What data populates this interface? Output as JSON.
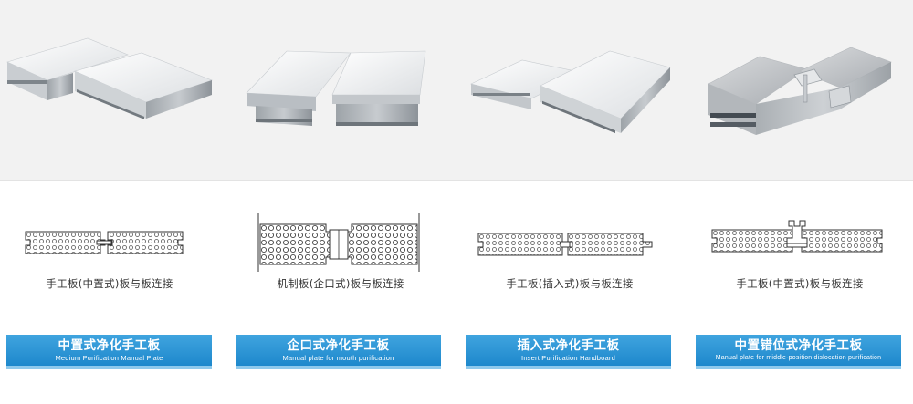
{
  "products": [
    {
      "caption": "手工板(中置式)板与板连接",
      "title_cn": "中置式净化手工板",
      "title_en": "Medium Purification Manual Plate",
      "photo_icon": "mid-joint-panel-photo",
      "diagram_icon": "mid-joint-diagram"
    },
    {
      "caption": "机制板(企口式)板与板连接",
      "title_cn": "企口式净化手工板",
      "title_en": "Manual plate for mouth purification",
      "photo_icon": "tongue-groove-panel-photo",
      "diagram_icon": "tongue-groove-diagram"
    },
    {
      "caption": "手工板(插入式)板与板连接",
      "title_cn": "插入式净化手工板",
      "title_en": "Insert Purification Handboard",
      "photo_icon": "insert-panel-photo",
      "diagram_icon": "insert-diagram"
    },
    {
      "caption": "手工板(中置式)板与板连接",
      "title_cn": "中置错位式净化手工板",
      "title_en": "Manual plate for middle-position dislocation purification",
      "photo_icon": "mid-dislocation-panel-photo",
      "diagram_icon": "mid-dislocation-diagram"
    }
  ],
  "colors": {
    "label_blue": "#2592d6",
    "label_shadow": "#8ec9ec",
    "photo_band": "#f2f2f2"
  }
}
